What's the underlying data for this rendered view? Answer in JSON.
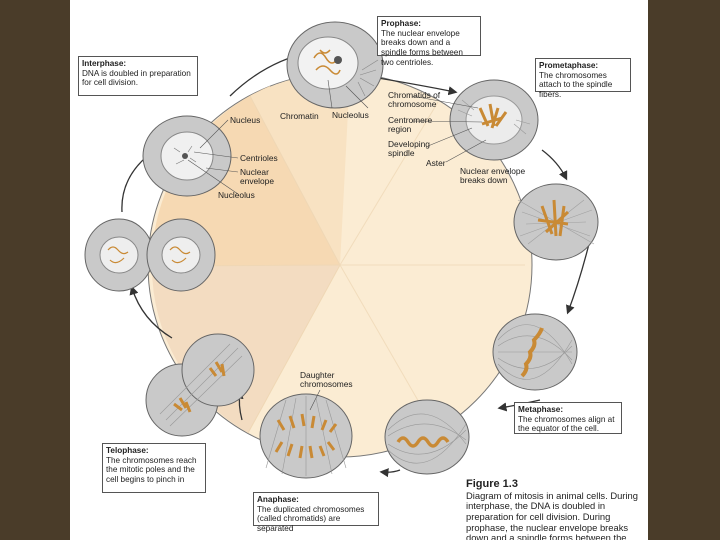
{
  "stages": {
    "interphase": {
      "title": "Interphase:",
      "text": "DNA is doubled in preparation for cell division."
    },
    "prophase": {
      "title": "Prophase:",
      "text": "The nuclear envelope breaks down and a spindle forms between two centrioles."
    },
    "prometaphase": {
      "title": "Prometaphase:",
      "text": "The chromosomes attach to the spindle fibers."
    },
    "metaphase": {
      "title": "Metaphase:",
      "text": "The chromosomes align at the equator of the cell."
    },
    "anaphase": {
      "title": "Anaphase:",
      "text": "The duplicated chromosomes (called chromatids) are separated"
    },
    "telophase": {
      "title": "Telophase:",
      "text": "The chromosomes reach the mitotic poles and the cell begins to pinch in"
    }
  },
  "labels": {
    "nucleus": "Nucleus",
    "chromatin": "Chromatin",
    "nucleolus_top": "Nucleolus",
    "chromatids": "Chromatids of chromosome",
    "centromere": "Centromere region",
    "developing_spindle": "Developing spindle",
    "aster": "Aster",
    "nuclear_envelope_breaks": "Nuclear envelope breaks down",
    "centrioles": "Centrioles",
    "nuclear_envelope": "Nuclear envelope",
    "nucleolus_left": "Nucleolus",
    "daughter_chromosomes": "Daughter chromosomes"
  },
  "caption": {
    "figure": "Figure 1.3",
    "text": "Diagram of mitosis in animal cells. During interphase, the DNA is doubled in preparation for cell division. During prophase, the nuclear envelope breaks down and a spindle forms between the"
  },
  "colors": {
    "background": "#4a3c29",
    "wheel_light": "#fbecd3",
    "wheel_dark": "#f6d9b3",
    "cell_fill": "#c9c9c9",
    "chromosome": "#c98a35"
  }
}
